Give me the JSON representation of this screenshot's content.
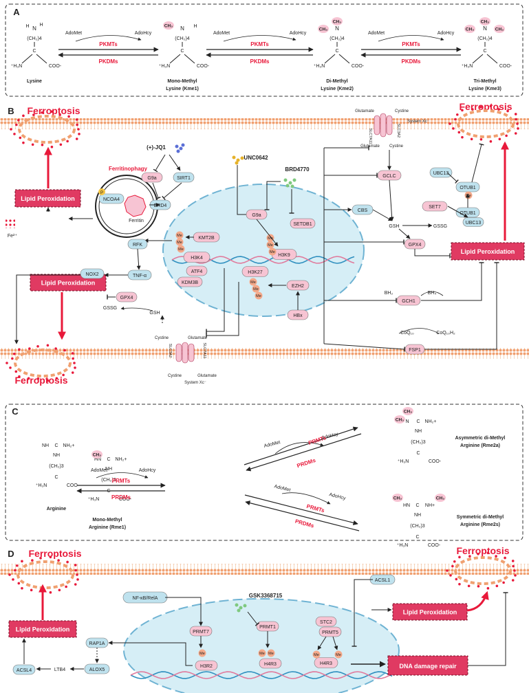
{
  "panels": {
    "A": {
      "letter": "A",
      "compounds": {
        "lys": {
          "name": "Lysine",
          "abbr": ""
        },
        "kme1": {
          "name": "Mono-Methyl",
          "abbr": "Lysine (Kme1)"
        },
        "kme2": {
          "name": "Di-Methyl",
          "abbr": "Lysine (Kme2)"
        },
        "kme3": {
          "name": "Tri-Methyl",
          "abbr": "Lysine (Kme3)"
        }
      },
      "chain": "(CH₂)4",
      "alpha": "C",
      "amine": "⁺H₃N",
      "carboxyl": "COO-",
      "donor": "AdoMet",
      "product": "AdoHcy",
      "forward_enzyme": "PKMTs",
      "reverse_enzyme": "PKDMs",
      "methyl": "CH₃",
      "nitrogen": "N",
      "hydrogen": "H"
    },
    "B": {
      "letter": "B",
      "ferroptosis": "Ferroptosis",
      "lipid_peroxidation": "Lipid Peroxidation",
      "ferritinophagy": "Ferritinophagy",
      "ferritin": "Ferritin",
      "iron": "Fe²⁺",
      "phospho": "P",
      "me": "Me",
      "drugs": {
        "jq1": "(+)-JQ1",
        "unc": "UNC0642",
        "brd": "BRD4770"
      },
      "proteins": {
        "g9a": "G9a",
        "sirt1": "SIRT1",
        "brd4": "BRD4",
        "ncoa4": "NCOA4",
        "rfk": "RFK",
        "tnf": "TNF-α",
        "nox2": "NOX2",
        "gpx4": "GPX4",
        "kmt2b": "KMT2B",
        "setdb1": "SETDB1",
        "h3k4": "H3K4",
        "h3k9": "H3K9",
        "atf4": "ATF4",
        "kdm3b": "KDM3B",
        "h3k27": "H3K27",
        "ezh2": "EZH2",
        "hbx": "HBx",
        "gclc": "GCLC",
        "cbs": "CBS",
        "gch1": "GCH1",
        "fsp1": "FSP1",
        "set7": "SET7",
        "otub1": "OTUB1",
        "ubc13": "UBC13"
      },
      "metabolites": {
        "gsh": "GSH",
        "gssg": "GSSG",
        "bh2": "BH₂",
        "bh4": "BH₄",
        "coq10": "CoQ₁₀",
        "coq10h2": "CoQ₁₀H₂",
        "glutamate": "Glutamate",
        "cystine": "Cystine"
      },
      "transporter": {
        "name": "System Xc⁻",
        "slc7a11": "SLC7A11",
        "slc3a2": "SLC3A2"
      }
    },
    "C": {
      "letter": "C",
      "compounds": {
        "arg": {
          "name": "Arginine",
          "abbr": ""
        },
        "rme1": {
          "name": "Mono-Methyl",
          "abbr": "Arginine (Rme1)"
        },
        "rme2a": {
          "name": "Asymmetric di-Methyl",
          "abbr": "Arginine (Rme2a)"
        },
        "rme2s": {
          "name": "Symmetric di-Methyl",
          "abbr": "Arginine (Rme2s)"
        }
      },
      "chain": "(CH₂)3",
      "donor": "AdoMet",
      "product": "AdoHcy",
      "forward_enzyme": "PRMTs",
      "reverse_enzyme": "PRDMs",
      "nh": "NH",
      "hn": "HN",
      "nh2plus": "NH₂+",
      "nhplus": "NH+",
      "methyl": "CH₃"
    },
    "D": {
      "letter": "D",
      "ferroptosis": "Ferroptosis",
      "lipid_peroxidation": "Lipid Peroxidation",
      "dna_repair": "DNA damage repair",
      "drug": "GSK3368715",
      "me": "Me",
      "proteins": {
        "nfkb": "NF-κB/RelA",
        "prmt7": "PRMT7",
        "prmt1": "PRMT1",
        "stc2": "STC2",
        "prmt5": "PRMT5",
        "h3r2": "H3R2",
        "h4r3a": "H4R3",
        "h4r3b": "H4R3",
        "acsl1": "ACSL1",
        "rap1a": "RAP1A",
        "alox5": "ALOX5",
        "acsl4": "ACSL4",
        "ltb4": "LTB4"
      }
    }
  },
  "colors": {
    "accent_red": "#e8193a",
    "pink_fill": "#f7c4d3",
    "blue_fill": "#bfe2ee",
    "nucleus_fill": "#d6eef6",
    "lipid_box": "#e03a62",
    "me_orange": "#f4a98a"
  }
}
